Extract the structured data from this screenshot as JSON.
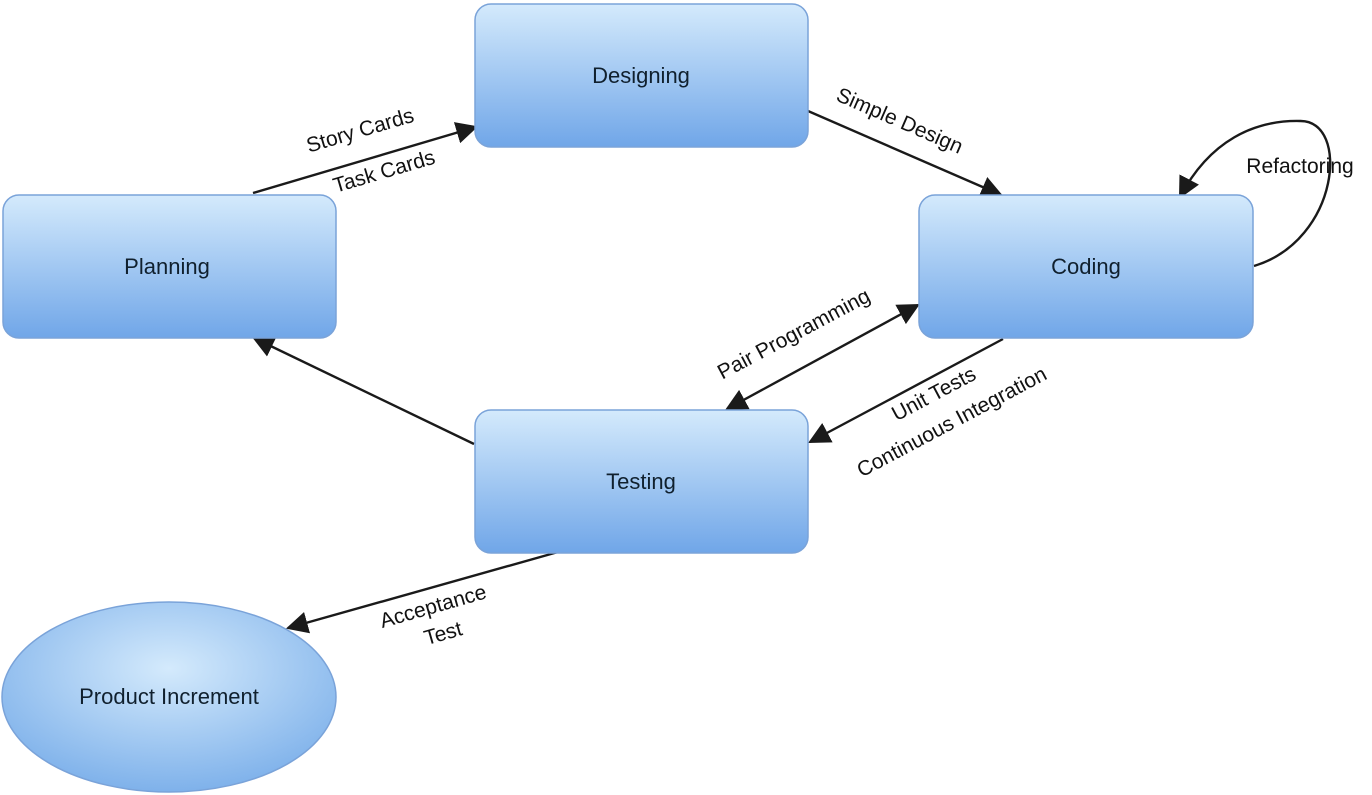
{
  "nodes": {
    "designing": "Designing",
    "planning": "Planning",
    "coding": "Coding",
    "testing": "Testing",
    "product_increment": "Product Increment"
  },
  "edges": {
    "planning_to_designing": [
      "Story Cards",
      "Task Cards"
    ],
    "designing_to_coding": "Simple Design",
    "coding_self": "Refactoring",
    "coding_testing_pair": "Pair Programming",
    "coding_to_testing": [
      "Unit Tests",
      "Continuous Integration"
    ],
    "testing_to_product": [
      "Acceptance",
      "Test"
    ]
  },
  "colors": {
    "node_fill_top": "#cfe6fb",
    "node_fill_bottom": "#73a9ea",
    "node_border": "#7aa3d9",
    "edge": "#1a1a1a",
    "text": "#10202e"
  }
}
